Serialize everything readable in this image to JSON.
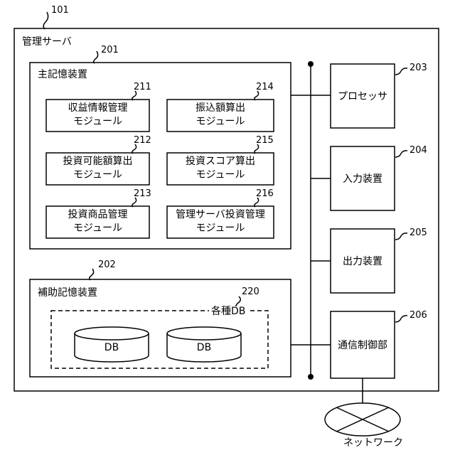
{
  "server": {
    "ref": "101",
    "label": "管理サーバ"
  },
  "main_storage": {
    "ref": "201",
    "label": "主記憶装置",
    "modules": [
      {
        "ref": "211",
        "line1": "収益情報管理",
        "line2": "モジュール"
      },
      {
        "ref": "214",
        "line1": "振込額算出",
        "line2": "モジュール"
      },
      {
        "ref": "212",
        "line1": "投資可能額算出",
        "line2": "モジュール"
      },
      {
        "ref": "215",
        "line1": "投資スコア算出",
        "line2": "モジュール"
      },
      {
        "ref": "213",
        "line1": "投資商品管理",
        "line2": "モジュール"
      },
      {
        "ref": "216",
        "line1": "管理サーバ投資管理",
        "line2": "モジュール"
      }
    ]
  },
  "aux_storage": {
    "ref": "202",
    "label": "補助記憶装置",
    "db_group": {
      "ref": "220",
      "label": "各種DB",
      "dbs": [
        "DB",
        "DB"
      ]
    }
  },
  "devices": [
    {
      "ref": "203",
      "label": "プロセッサ"
    },
    {
      "ref": "204",
      "label": "入力装置"
    },
    {
      "ref": "205",
      "label": "出力装置"
    },
    {
      "ref": "206",
      "label": "通信制御部"
    }
  ],
  "network": {
    "label": "ネットワーク"
  }
}
